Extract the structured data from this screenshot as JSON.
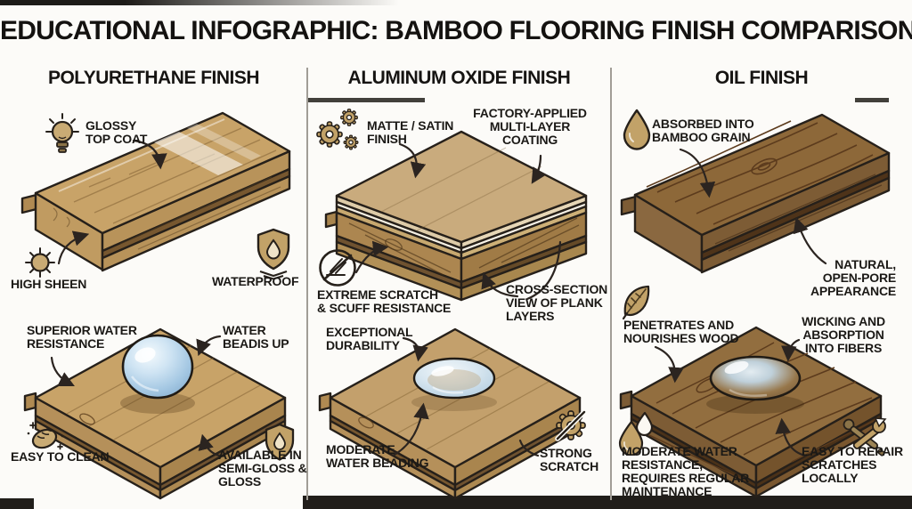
{
  "title": "EDUCATIONAL INFOGRAPHIC: BAMBOO FLOORING FINISH COMPARISON",
  "palette": {
    "ink": "#1b1916",
    "wood_light": "#c8a368",
    "wood_side": "#b8935a",
    "wood_groove": "#77572f",
    "oil_wood": "#8d6839",
    "coating_top": "#c9ab7d",
    "layer_cream": "#e6d6b6",
    "water_blue": "#a5c8e3",
    "oil_bead": "#97774b",
    "icon_tan": "#c2a268",
    "divider": "#a19d96",
    "background": "#fcfbf8"
  },
  "icons": {
    "lightbulb": "lightbulb-icon",
    "sun": "sun-icon",
    "shield_droplet": "shield-droplet-icon",
    "hand_wipe": "hand-wipe-icon",
    "gears": "gears-icon",
    "scratch_ban": "scratch-ban-icon",
    "gear_slash": "gear-slash-icon",
    "droplet": "droplet-icon",
    "leaf": "leaf-icon",
    "droplets": "droplets-icon",
    "tools": "tools-icon"
  },
  "columns": [
    {
      "header": "POLYURETHANE FINISH",
      "labels": {
        "glossy": "GLOSSY\nTOP COAT",
        "sheen": "HIGH SHEEN",
        "waterproof": "WATERPROOF",
        "superior": "SUPERIOR WATER\nRESISTANCE",
        "beads": "WATER\nBEADIS UP",
        "clean": "EASY TO CLEAN",
        "available": "AVAILABLE IN\nSEMI-GLOSS &\nGLOSS"
      }
    },
    {
      "header": "ALUMINUM OXIDE FINISH",
      "labels": {
        "matte": "MATTE / SATIN\nFINISH",
        "factory": "FACTORY-APPLIED\nMULTI-LAYER\nCOATING",
        "extreme": "EXTREME SCRATCH\n& SCUFF RESISTANCE",
        "cross": "CROSS-SECTION\nVIEW OF PLANK\nLAYERS",
        "durability": "EXCEPTIONAL\nDURABILITY",
        "beading": "MODERATE\nWATER BEADING",
        "strong": "STRONG\nSCRATCH"
      }
    },
    {
      "header": "OIL FINISH",
      "labels": {
        "absorbed": "ABSORBED INTO\nBAMBOO GRAIN",
        "natural": "NATURAL,\nOPEN-PORE\nAPPEARANCE",
        "penetrates": "PENETRATES AND\nNOURISHES WOOD",
        "wicking": "WICKING AND\nABSORPTION\nINTO FIBERS",
        "moderate": "MODERATE WATER\nRESISTANCE,\nREQUIRES REGULAR\nMAINTENANCE",
        "repair": "EASY TO REPAIR\nSCRATCHES\nLOCALLY"
      }
    }
  ]
}
